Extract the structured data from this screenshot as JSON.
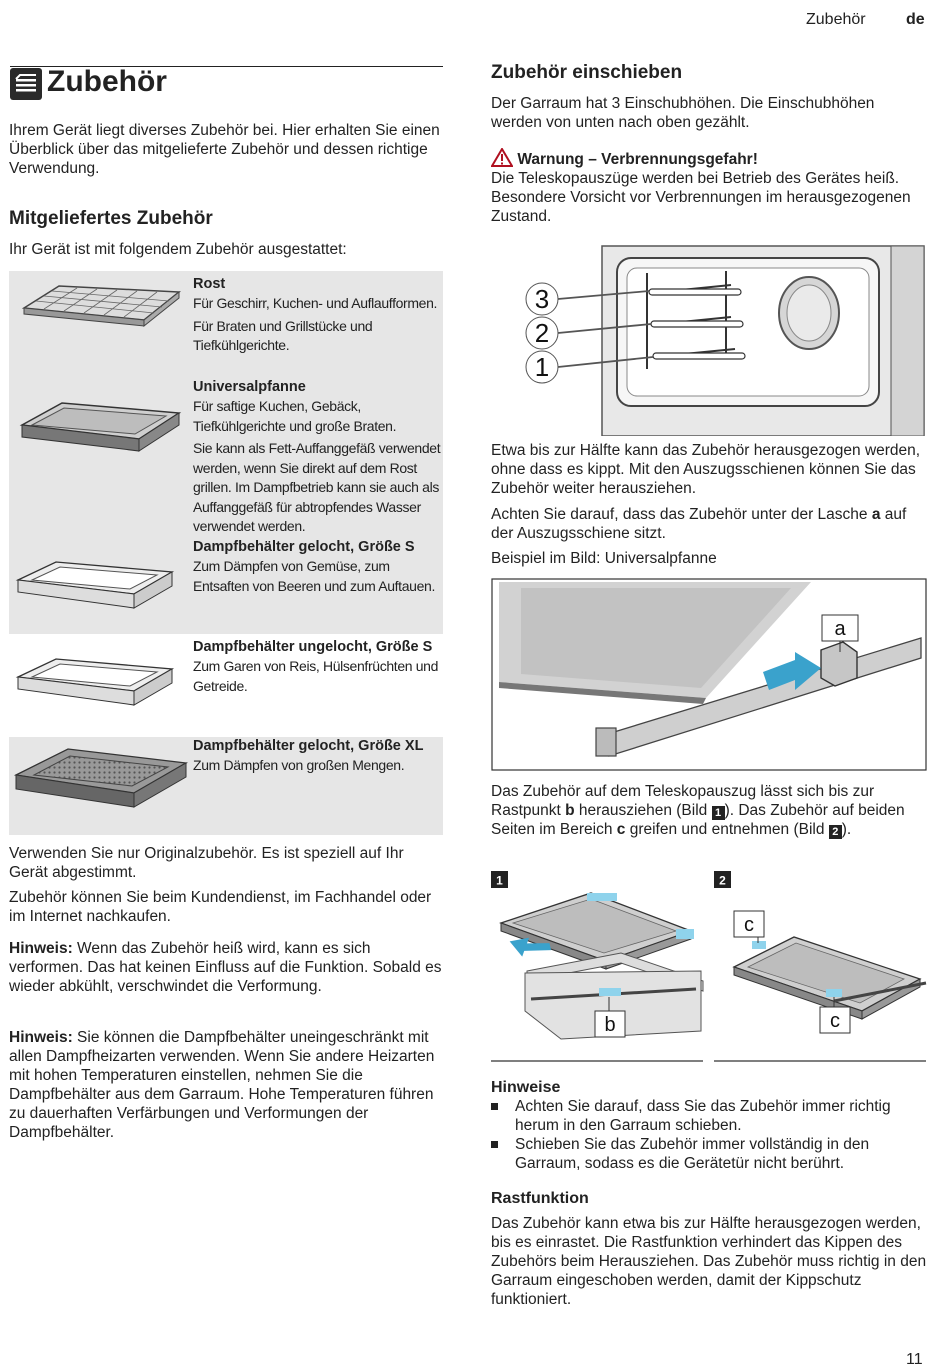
{
  "header": {
    "section": "Zubehör",
    "lang": "de"
  },
  "title": "Zubehör",
  "intro": "Ihrem Gerät liegt diverses Zubehör bei. Hier erhalten Sie einen Überblick über das mitgelieferte Zubehör und dessen richtige Verwendung.",
  "supplied": {
    "heading": "Mitgeliefertes Zubehör",
    "lead": "Ihr Gerät ist mit folgendem Zubehör ausgestattet:",
    "items": [
      {
        "name": "Rost",
        "desc1": "Für Geschirr, Kuchen- und Auflaufformen.",
        "desc2": "Für Braten und Grillstücke und Tiefkühlgerichte."
      },
      {
        "name": "Universalpfanne",
        "desc1": "Für saftige Kuchen, Gebäck, Tiefkühlgerichte und große Braten.",
        "desc2": "Sie kann als Fett-Auffanggefäß verwendet werden, wenn Sie direkt auf dem Rost grillen. Im Dampfbetrieb kann sie auch als Auffanggefäß für abtropfendes Wasser verwendet werden."
      },
      {
        "name": "Dampfbehälter gelocht, Größe S",
        "desc1": "Zum Dämpfen von Gemüse, zum Entsaften von Beeren und zum Auftauen."
      },
      {
        "name": "Dampfbehälter ungelocht, Größe S",
        "desc1": "Zum Garen von Reis, Hülsenfrüchten und Getreide."
      },
      {
        "name": "Dampfbehälter gelocht, Größe XL",
        "desc1": "Zum Dämpfen von großen Mengen."
      }
    ]
  },
  "left_paras": [
    "Verwenden Sie nur Originalzubehör. Es ist speziell auf Ihr Gerät abgestimmt.",
    "Zubehör können Sie beim Kundendienst, im Fachhandel oder im Internet nachkaufen."
  ],
  "notes": [
    {
      "label": "Hinweis:",
      "text": "Wenn das Zubehör heiß wird, kann es sich verformen. Das hat keinen Einfluss auf die Funktion. Sobald es wieder abkühlt, verschwindet die Verformung."
    },
    {
      "label": "Hinweis:",
      "text": "Sie können die Dampfbehälter uneingeschränkt mit allen Dampfheizarten verwenden. Wenn Sie andere Heizarten mit hohen Temperaturen einstellen, nehmen Sie die Dampfbehälter aus dem Garraum. Hohe Temperaturen führen zu dauerhaften Verfärbungen und Verformungen der Dampfbehälter."
    }
  ],
  "insert": {
    "heading": "Zubehör einschieben",
    "text": "Der Garraum hat 3 Einschubhöhen. Die Einschubhöhen werden von unten nach oben gezählt.",
    "warning_title": "Warnung – Verbrennungsgefahr!",
    "warning_text": "Die Teleskopauszüge werden bei Betrieb des Gerätes heiß. Besondere Vorsicht vor Verbrennungen im herausgezogenen Zustand.",
    "levels": [
      "3",
      "2",
      "1"
    ],
    "p1": "Etwa bis zur Hälfte kann das Zubehör herausgezogen werden, ohne dass es kippt. Mit den Auszugsschienen können Sie das Zubehör weiter herausziehen.",
    "p2_a": "Achten Sie darauf, dass das Zubehör unter der Lasche ",
    "p2_b": "a",
    "p2_c": " auf der Auszugsschiene sitzt.",
    "p3": "Beispiel im Bild: Universalpfanne",
    "label_a": "a",
    "p4_1": "Das Zubehör auf dem Teleskopauszug lässt sich bis zur Rastpunkt ",
    "p4_b": "b",
    "p4_2": " herausziehen (Bild ",
    "p4_n1": "1",
    "p4_3": "). Das Zubehör auf beiden Seiten im Bereich ",
    "p4_c": "c",
    "p4_4": " greifen und entnehmen (Bild ",
    "p4_n2": "2",
    "p4_5": ").",
    "fig1": "1",
    "fig2": "2",
    "label_b": "b",
    "label_c": "c"
  },
  "hints": {
    "heading": "Hinweise",
    "items": [
      "Achten Sie darauf, dass Sie das Zubehör immer richtig herum in den Garraum schieben.",
      "Schieben Sie das Zubehör immer vollständig in den Garraum, sodass es die Gerätetür nicht berührt."
    ]
  },
  "rast": {
    "heading": "Rastfunktion",
    "text": "Das Zubehör kann etwa bis zur Hälfte herausgezogen werden, bis es einrastet. Die Rastfunktion verhindert das Kippen des Zubehörs beim Herausziehen. Das Zubehör muss richtig in den Garraum eingeschoben werden, damit der Kippschutz funktioniert."
  },
  "page_number": "11"
}
